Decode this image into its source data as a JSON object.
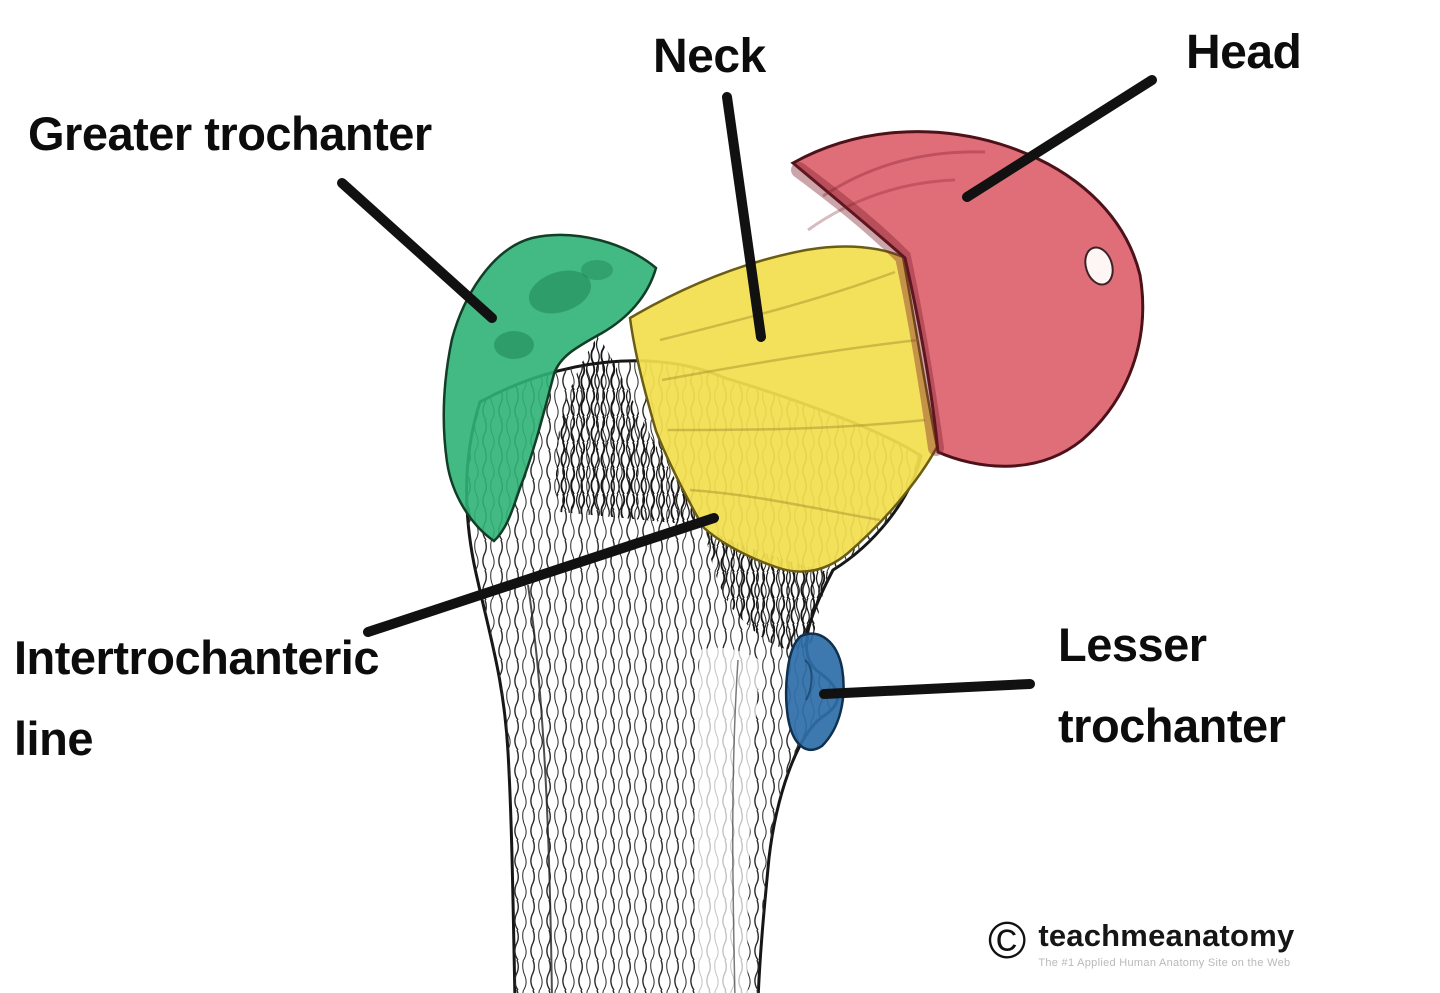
{
  "page": {
    "background": "#ffffff"
  },
  "diagram": {
    "labels": {
      "neck": "Neck",
      "head": "Head",
      "greater_trochanter": "Greater trochanter",
      "intertrochanteric_line1": "Intertrochanteric",
      "intertrochanteric_line2": "line",
      "lesser_trochanter_line1": "Lesser",
      "lesser_trochanter_line2": "trochanter"
    },
    "colors": {
      "head": "#dd5e6a",
      "neck": "#f2df50",
      "greater_trochanter": "#2fb375",
      "lesser_trochanter": "#2e6fa9",
      "leader_line": "#111111"
    },
    "watermark": {
      "copyright": "©",
      "brand": "teachmeanatomy",
      "tagline": "The #1 Applied Human Anatomy Site on the Web"
    }
  }
}
